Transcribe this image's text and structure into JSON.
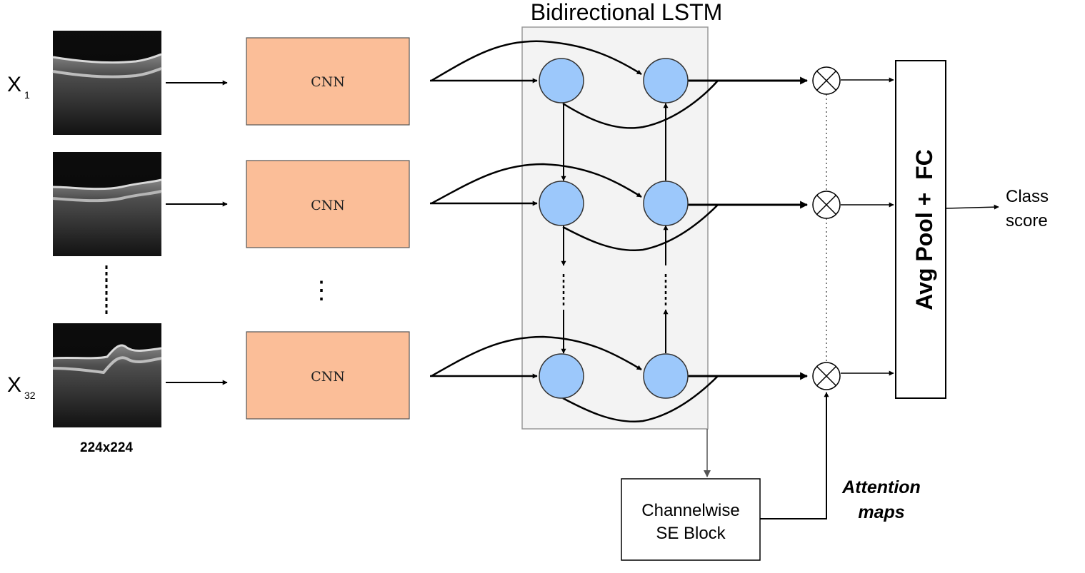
{
  "title": "Bidirectional LSTM",
  "inputs": {
    "first": {
      "letter": "X",
      "subscript": "1"
    },
    "last": {
      "letter": "X",
      "subscript": "32"
    },
    "size_label": "224x224",
    "slices": [
      "oct-slice-1",
      "oct-slice-2",
      "oct-slice-32"
    ]
  },
  "cnn_label": "CNN",
  "ellipsis": "⋮",
  "se_block": {
    "line1": "Channelwise",
    "line2": "SE Block"
  },
  "attention": {
    "line1": "Attention",
    "line2": "maps"
  },
  "pool_fc_label": "Avg Pool +  FC",
  "output": {
    "line1": "Class",
    "line2": "score"
  },
  "colors": {
    "cnn_fill": "#fbbe98",
    "lstm_node": "#9cc8fb",
    "lstm_panel": "#f3f3f3",
    "stroke": "#000000"
  }
}
